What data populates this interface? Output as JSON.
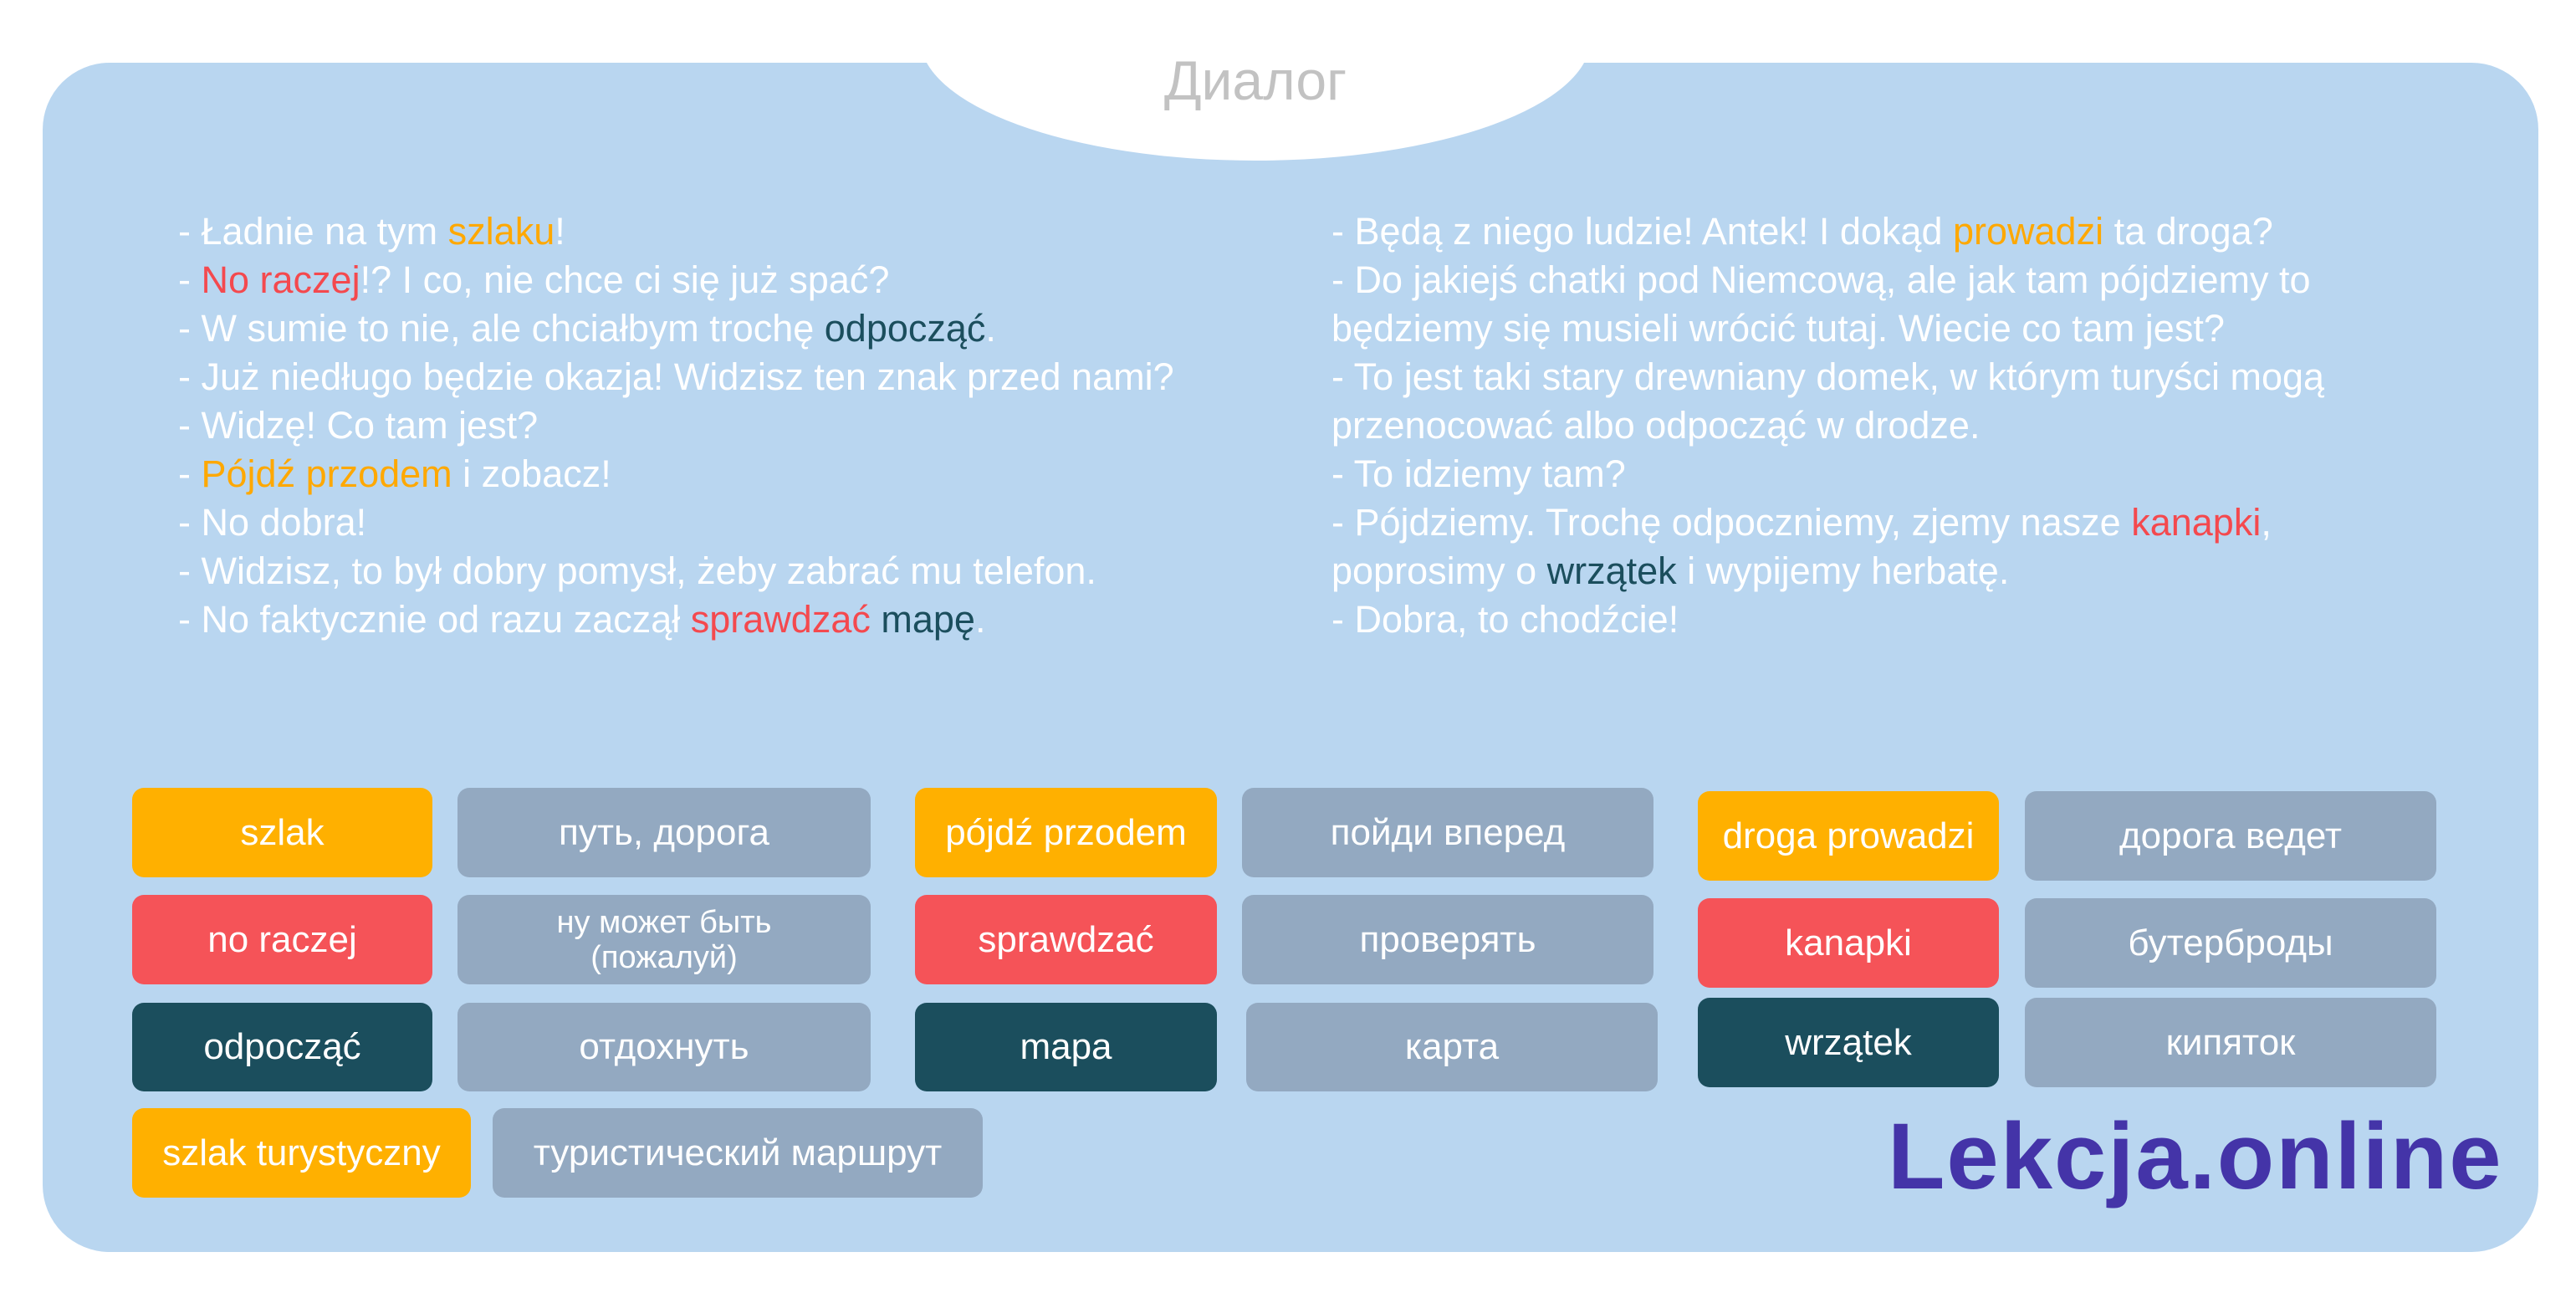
{
  "title": "Диалог",
  "colors": {
    "panel": "#b9d6f0",
    "orange": "#ffb000",
    "red": "#f55358",
    "teal": "#1b4e5d",
    "gray": "#93a9c1",
    "logo": "#4434a8"
  },
  "dialogue_left": [
    [
      [
        "- Ładnie na tym ",
        ""
      ],
      [
        "szlaku",
        "orange"
      ],
      [
        "!",
        ""
      ]
    ],
    [
      [
        "- ",
        ""
      ],
      [
        "No raczej",
        "red"
      ],
      [
        "!? I co, nie chce ci się już spać?",
        ""
      ]
    ],
    [
      [
        "- W sumie to nie, ale chciałbym trochę ",
        ""
      ],
      [
        "odpocząć",
        "teal"
      ],
      [
        ".",
        ""
      ]
    ],
    [
      [
        "- Już niedługo będzie okazja! Widzisz ten znak przed nami?",
        ""
      ]
    ],
    [
      [
        "- Widzę! Co tam jest?",
        ""
      ]
    ],
    [
      [
        "- ",
        ""
      ],
      [
        "Pójdź przodem",
        "orange"
      ],
      [
        " i zobacz!",
        ""
      ]
    ],
    [
      [
        "- No dobra!",
        ""
      ]
    ],
    [
      [
        "- Widzisz, to był dobry pomysł, żeby zabrać mu telefon.",
        ""
      ]
    ],
    [
      [
        "- No faktycznie od razu zaczął ",
        ""
      ],
      [
        "sprawdzać",
        "red"
      ],
      [
        " ",
        ""
      ],
      [
        "mapę",
        "teal"
      ],
      [
        ".",
        ""
      ]
    ]
  ],
  "dialogue_right": [
    [
      [
        "- Będą z niego ludzie! Antek! I dokąd ",
        ""
      ],
      [
        "prowadzi",
        "orange"
      ],
      [
        " ta droga?",
        ""
      ]
    ],
    [
      [
        "- Do jakiejś chatki pod Niemcową, ale jak tam pójdziemy to będziemy się musieli wrócić tutaj.  Wiecie co tam jest?",
        ""
      ]
    ],
    [
      [
        "- To jest taki stary  drewniany domek, w którym turyści mogą przenocować albo odpocząć w drodze.",
        ""
      ]
    ],
    [
      [
        "- To idziemy tam?",
        ""
      ]
    ],
    [
      [
        "- Pójdziemy. Trochę odpoczniemy, zjemy nasze ",
        ""
      ],
      [
        "kanapki",
        "red"
      ],
      [
        ",",
        ""
      ]
    ],
    [
      [
        "poprosimy o ",
        ""
      ],
      [
        "wrzątek",
        "teal"
      ],
      [
        " i wypijemy herbatę.",
        ""
      ]
    ],
    [
      [
        "- Dobra, to chodźcie!",
        ""
      ]
    ]
  ],
  "vocabulary": [
    {
      "word": "szlak",
      "translation": "путь, дорога",
      "color": "orange"
    },
    {
      "word": "no raczej",
      "translation": "ну может быть (пожалуй)",
      "color": "red"
    },
    {
      "word": "odpocząć",
      "translation": "отдохнуть",
      "color": "teal"
    },
    {
      "word": "pójdź przodem",
      "translation": "пойди вперед",
      "color": "orange"
    },
    {
      "word": "sprawdzać",
      "translation": "проверять",
      "color": "red"
    },
    {
      "word": "mapa",
      "translation": "карта",
      "color": "teal"
    },
    {
      "word": "droga prowadzi",
      "translation": "дорога ведет",
      "color": "orange"
    },
    {
      "word": "kanapki",
      "translation": "бутерброды",
      "color": "red"
    },
    {
      "word": "wrzątek",
      "translation": "кипяток",
      "color": "teal"
    },
    {
      "word": "szlak turystyczny",
      "translation": "туристический маршрут",
      "color": "orange"
    }
  ],
  "logo": "Lekcja.online"
}
